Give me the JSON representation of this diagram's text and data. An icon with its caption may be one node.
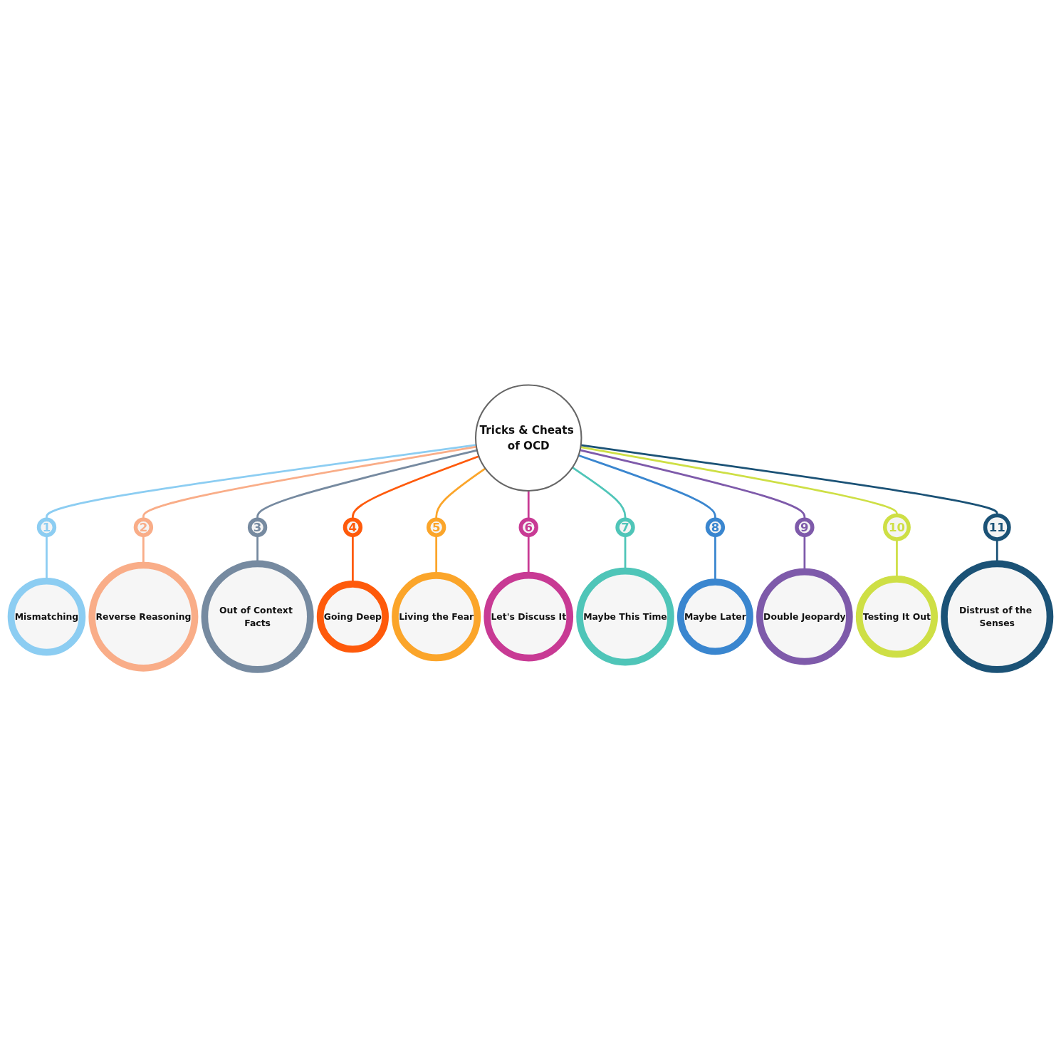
{
  "diagram": {
    "nodes": [
      {
        "text": [
          "Tricks & Cheats of OCD"
        ]
      },
      {
        "text": [
          "1"
        ]
      },
      {
        "text": [
          "Mismatching"
        ]
      },
      {
        "text": [
          "2"
        ]
      },
      {
        "text": [
          "Reverse Reasoning"
        ]
      },
      {
        "text": [
          "3"
        ]
      },
      {
        "text": [
          "Out of Context Facts"
        ]
      },
      {
        "text": [
          "4"
        ]
      },
      {
        "text": [
          "Going Deep"
        ]
      },
      {
        "text": [
          "5"
        ]
      },
      {
        "text": [
          "Living the Fear"
        ]
      },
      {
        "text": [
          "6"
        ]
      },
      {
        "text": [
          "Let's Discuss It"
        ]
      },
      {
        "text": [
          "7"
        ]
      },
      {
        "text": [
          "Maybe This Time"
        ]
      },
      {
        "text": [
          "8"
        ]
      },
      {
        "text": [
          "Maybe Later"
        ]
      },
      {
        "text": [
          "9"
        ]
      },
      {
        "text": [
          "Double Jeopardy"
        ]
      },
      {
        "text": [
          "10"
        ]
      },
      {
        "text": [
          "Testing It Out"
        ]
      },
      {
        "text": [
          "11"
        ]
      },
      {
        "text": [
          "Distrust of the Senses"
        ]
      }
    ],
    "edges": [
      {
        "from": 0,
        "to": 1,
        "arrow": "none",
        "color": "#8ccdf2"
      },
      {
        "from": 1,
        "to": 2,
        "arrow": "none",
        "color": "#8ccdf2"
      },
      {
        "from": 0,
        "to": 3,
        "arrow": "none",
        "color": "#f9ad88"
      },
      {
        "from": 3,
        "to": 4,
        "arrow": "none",
        "color": "#f9ad88"
      },
      {
        "from": 0,
        "to": 5,
        "arrow": "none",
        "color": "#768aa0"
      },
      {
        "from": 5,
        "to": 6,
        "arrow": "none",
        "color": "#768aa0"
      },
      {
        "from": 0,
        "to": 7,
        "arrow": "none",
        "color": "#fe5a0b"
      },
      {
        "from": 7,
        "to": 8,
        "arrow": "none",
        "color": "#fe5a0b"
      },
      {
        "from": 0,
        "to": 9,
        "arrow": "none",
        "color": "#fba52a"
      },
      {
        "from": 9,
        "to": 10,
        "arrow": "none",
        "color": "#fba52a"
      },
      {
        "from": 0,
        "to": 11,
        "arrow": "none",
        "color": "#c83a94"
      },
      {
        "from": 11,
        "to": 12,
        "arrow": "none",
        "color": "#c83a94"
      },
      {
        "from": 0,
        "to": 13,
        "arrow": "none",
        "color": "#4fc5b8"
      },
      {
        "from": 13,
        "to": 14,
        "arrow": "none",
        "color": "#4fc5b8"
      },
      {
        "from": 0,
        "to": 15,
        "arrow": "none",
        "color": "#3a86cf"
      },
      {
        "from": 15,
        "to": 16,
        "arrow": "none",
        "color": "#3a86cf"
      },
      {
        "from": 0,
        "to": 17,
        "arrow": "none",
        "color": "#7e5aaa"
      },
      {
        "from": 17,
        "to": 18,
        "arrow": "none",
        "color": "#7e5aaa"
      },
      {
        "from": 0,
        "to": 19,
        "arrow": "none",
        "color": "#cedf45"
      },
      {
        "from": 19,
        "to": 20,
        "arrow": "none",
        "color": "#cedf45"
      },
      {
        "from": 0,
        "to": 21,
        "arrow": "none",
        "color": "#1b5276"
      },
      {
        "from": 21,
        "to": 22,
        "arrow": "none",
        "color": "#1b5276"
      }
    ]
  }
}
